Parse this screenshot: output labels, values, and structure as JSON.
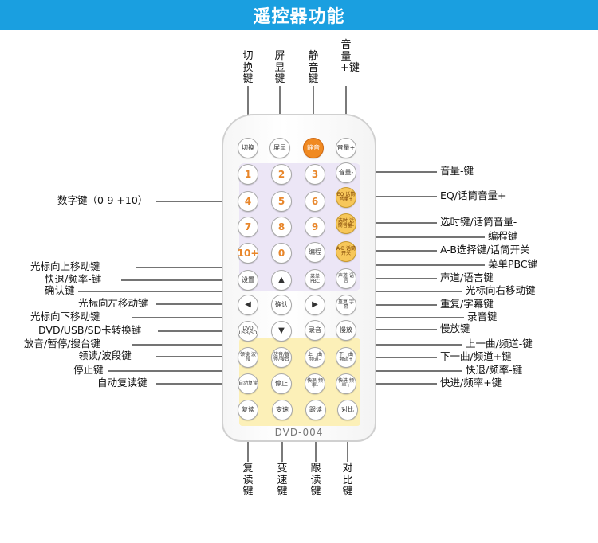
{
  "title": "遥控器功能",
  "model": "DVD-004",
  "colors": {
    "header_bg": "#1a9fe0",
    "number_text": "#e8862a",
    "mute_button": "#f08a22",
    "purple_zone": "#ece6f6",
    "yellow_zone": "#fcf0b8"
  },
  "buttons": {
    "switch": "切换",
    "screen": "屏显",
    "mute": "静音",
    "vol_up": "音量+",
    "n1": "1",
    "n2": "2",
    "n3": "3",
    "vol_down": "音量-",
    "n4": "4",
    "n5": "5",
    "n6": "6",
    "eq": "EQ 话筒音量+",
    "n7": "7",
    "n8": "8",
    "n9": "9",
    "select": "选时 话筒音量-",
    "n10": "10+",
    "n0": "0",
    "program": "编程",
    "ab": "A-B 话筒开关",
    "setup": "设置",
    "up": "▲",
    "menu": "菜单 PBC",
    "audio": "声道 语言",
    "left": "◀",
    "ok": "确认",
    "right": "▶",
    "repeat": "重复 字幕",
    "source": "DVD USB/SD",
    "down": "▼",
    "record": "录音",
    "slow": "慢放",
    "read_band": "领读 波段",
    "play_pause": "放音/暂停/搜台",
    "prev": "上一曲 频道-",
    "next": "下一曲 频道+",
    "auto_repeat": "自动复读",
    "stop": "停止",
    "rewind": "快退 频率-",
    "forward": "快进 频率+",
    "repeat_read": "复读",
    "speed": "变速",
    "follow": "跟读",
    "compare": "对比"
  },
  "labels": {
    "top": [
      "切换键",
      "屏显键",
      "静音键",
      "音量+键"
    ],
    "bottom": [
      "复读键",
      "变速键",
      "跟读键",
      "对比键"
    ],
    "left": {
      "number": "数字键（0-9 +10）",
      "up": "光标向上移动键",
      "rewind_top": "快退/频率-键",
      "confirm": "确认键",
      "left": "光标向左移动键",
      "down": "光标向下移动键",
      "source": "DVD/USB/SD卡转换键",
      "play": "放音/暂停/搜台键",
      "band": "领读/波段键",
      "stop": "停止键",
      "auto_repeat": "自动复读键"
    },
    "right": {
      "vol_down": "音量-键",
      "eq": "EQ/话筒音量+",
      "select": "选时键/话筒音量-",
      "program": "编程键",
      "ab": "A-B选择键/话筒开关",
      "menu": "菜单PBC键",
      "audio": "声道/语言键",
      "right": "光标向右移动键",
      "repeat": "重复/字幕键",
      "record": "录音键",
      "slow": "慢放键",
      "prev": "上一曲/频道-键",
      "next": "下一曲/频道+键",
      "rewind": "快退/频率-键",
      "forward": "快进/频率+键"
    }
  }
}
